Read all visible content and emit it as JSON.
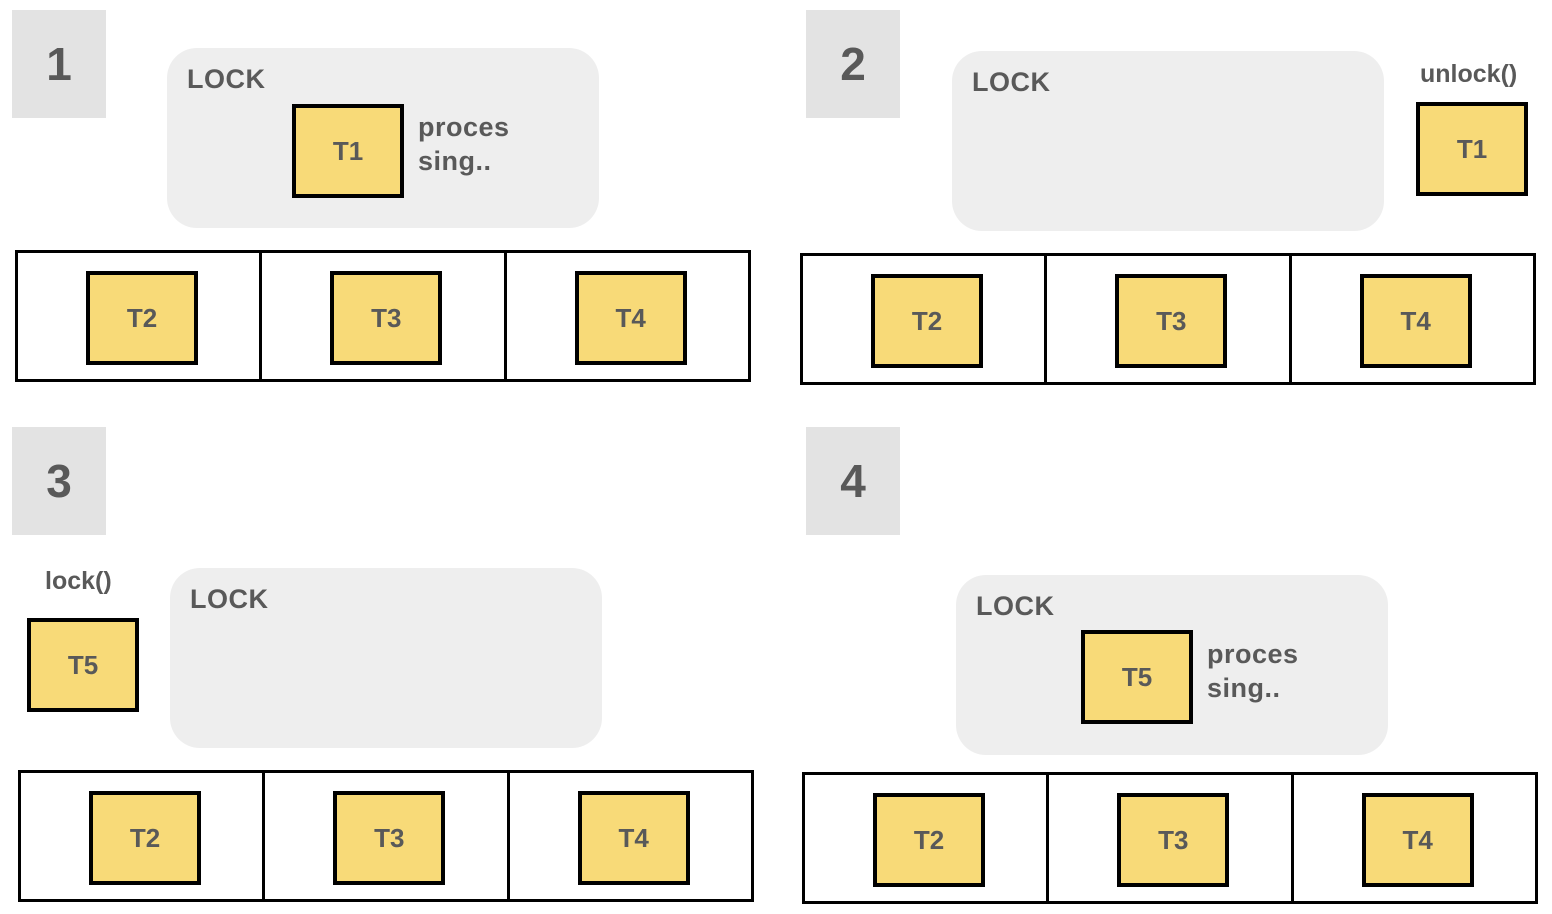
{
  "panels": [
    {
      "step": "1",
      "lock_label": "LOCK",
      "holder": "T1",
      "holder_status": "proces sing..",
      "queue": [
        "T2",
        "T3",
        "T4"
      ]
    },
    {
      "step": "2",
      "lock_label": "LOCK",
      "action": "unlock()",
      "released": "T1",
      "queue": [
        "T2",
        "T3",
        "T4"
      ]
    },
    {
      "step": "3",
      "lock_label": "LOCK",
      "action": "lock()",
      "requester": "T5",
      "queue": [
        "T2",
        "T3",
        "T4"
      ]
    },
    {
      "step": "4",
      "lock_label": "LOCK",
      "holder": "T5",
      "holder_status": "proces sing..",
      "queue": [
        "T2",
        "T3",
        "T4"
      ]
    }
  ],
  "colors": {
    "thread_fill": "#f8da78",
    "lock_fill": "#eeeeee",
    "step_fill": "#e3e3e3",
    "text": "#595959"
  }
}
